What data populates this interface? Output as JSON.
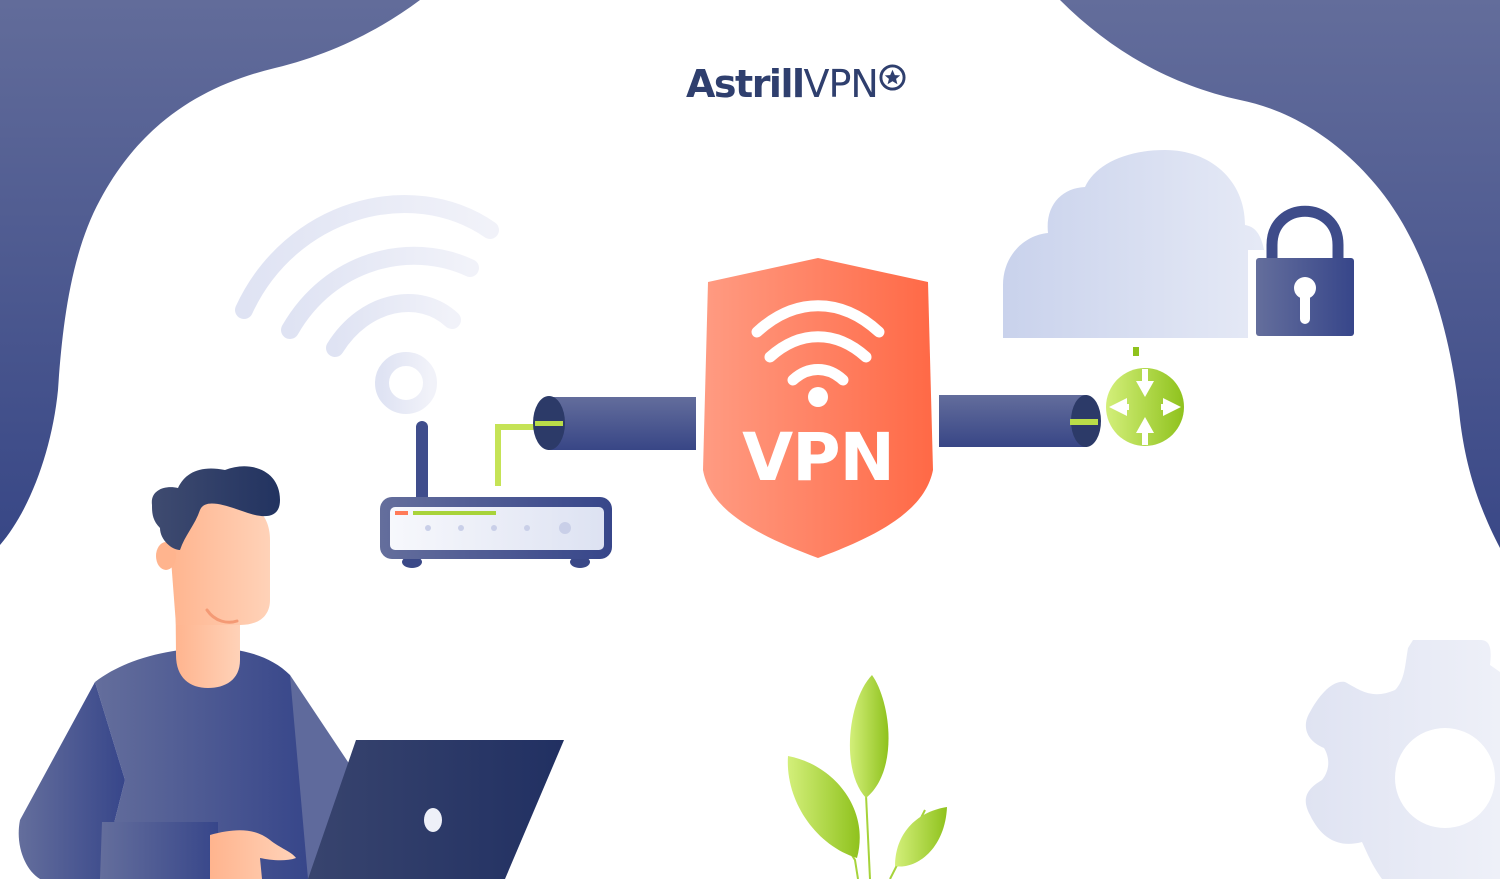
{
  "brand": {
    "name_bold": "Astrill",
    "name_light": "VPN",
    "logo_icon": "star-badge-icon",
    "color": "#2f3f6e"
  },
  "shield": {
    "label": "VPN",
    "icon": "wifi-icon",
    "gradient": [
      "#ff9a80",
      "#ff6a48"
    ]
  },
  "scene": {
    "elements": [
      "background-blob-left",
      "background-blob-right",
      "wifi-signal-icon",
      "router",
      "tunnel-pipe-left",
      "vpn-shield",
      "tunnel-pipe-right",
      "network-switch-icon",
      "cloud",
      "padlock-icon",
      "person-with-laptop",
      "plant-leaves",
      "gear-icon"
    ]
  },
  "colors": {
    "navy": "#3a4887",
    "navy_light": "#606a9a",
    "dark_navy": "#25345f",
    "green": "#a6d33a",
    "coral": "#ff7a58",
    "skin": "#ffc6a4",
    "pale": "#e4e8f5"
  }
}
